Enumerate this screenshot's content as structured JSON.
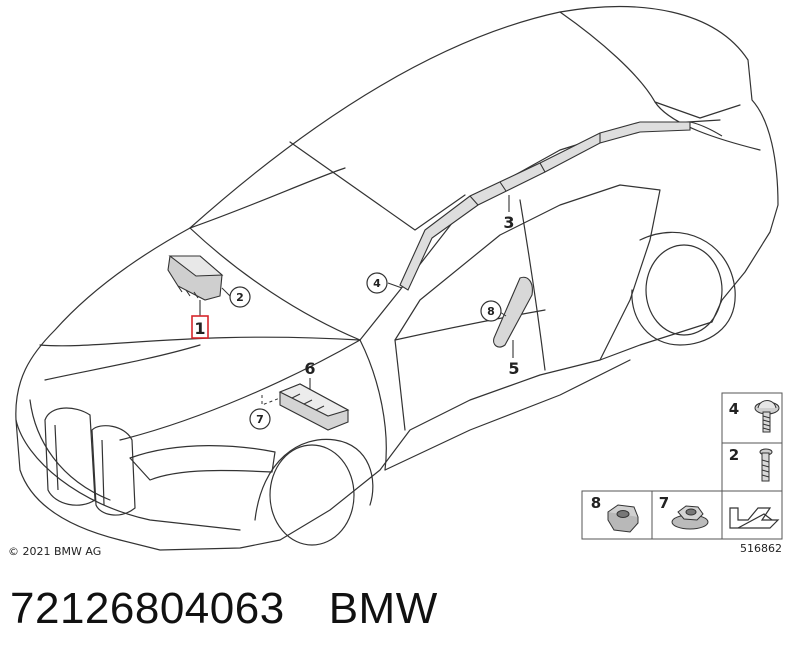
{
  "diagram": {
    "callouts": {
      "c1": "1",
      "c2": "2",
      "c3": "3",
      "c4": "4",
      "c5": "5",
      "c6": "6",
      "c7": "7",
      "c8": "8"
    },
    "copyright": "© 2021 BMW AG",
    "figure_number": "516862",
    "hardware_legend": [
      {
        "id": "4",
        "part": "screw"
      },
      {
        "id": "2",
        "part": "bolt"
      },
      {
        "id": "8",
        "part": "hex nut"
      },
      {
        "id": "7",
        "part": "flange nut"
      }
    ],
    "highlight_color": "#d6262b",
    "line_color": "#333333"
  },
  "caption": {
    "part_number": "72126804063",
    "brand": "BMW"
  }
}
